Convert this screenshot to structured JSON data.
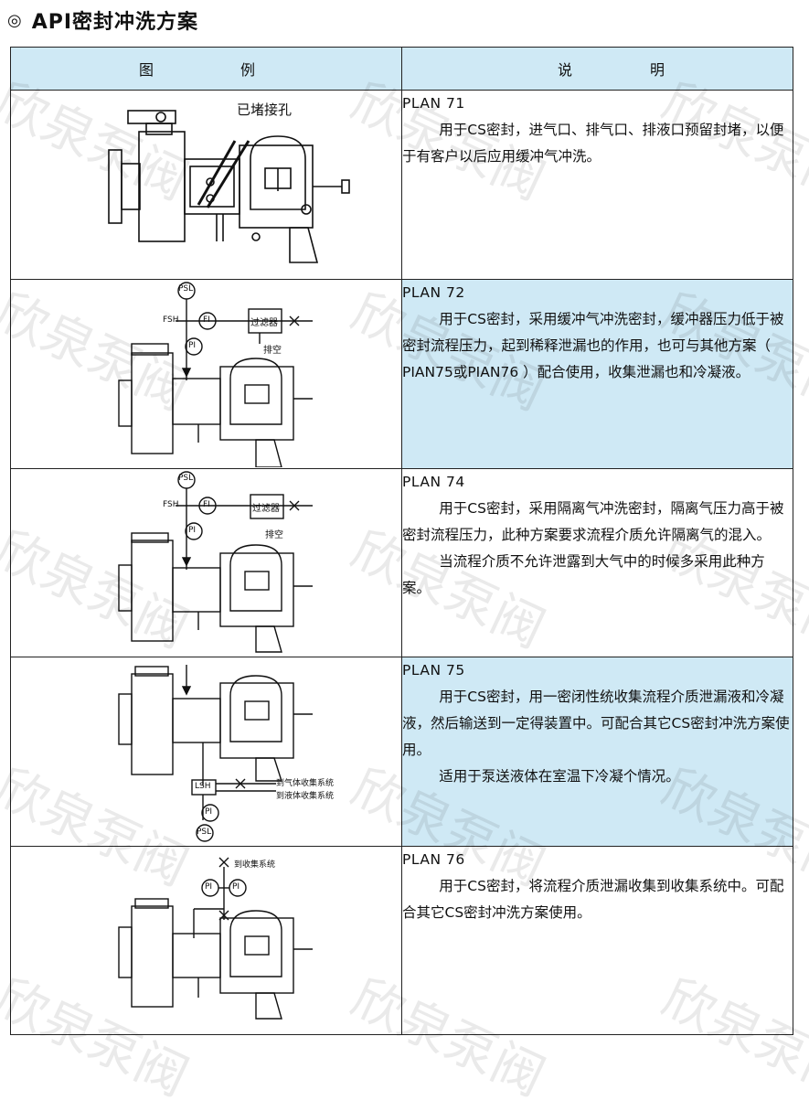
{
  "title": "API密封冲洗方案",
  "title_mark": "◎",
  "watermark": "欣泉泵阀",
  "header": {
    "col1": [
      "图",
      "例"
    ],
    "col2": [
      "说",
      "明"
    ]
  },
  "plans": [
    {
      "name": "PLAN 71",
      "label": "已堵接孔",
      "paragraphs": [
        "用于CS密封，进气口、排气口、排液口预留封堵，以便于有客户以后应用缓冲气冲洗。"
      ]
    },
    {
      "name": "PLAN 72",
      "labels": [
        "PSL",
        "FSH",
        "FI",
        "PI",
        "过滤器",
        "排空"
      ],
      "paragraphs": [
        "用于CS密封，采用缓冲气冲洗密封，缓冲器压力低于被密封流程压力，起到稀释泄漏也的作用，也可与其他方案（ PIAN75或PIAN76 ）配合使用，收集泄漏也和冷凝液。"
      ]
    },
    {
      "name": "PLAN 74",
      "labels": [
        "PSL",
        "FSH",
        "FI",
        "PI",
        "过滤器",
        "排空"
      ],
      "paragraphs": [
        "用于CS密封，采用隔离气冲洗密封，隔离气压力高于被密封流程压力，此种方案要求流程介质允许隔离气的混入。",
        "当流程介质不允许泄露到大气中的时候多采用此种方案。"
      ]
    },
    {
      "name": "PLAN 75",
      "labels": [
        "LSH",
        "PI",
        "PSL",
        "到气体收集系统",
        "到液体收集系统"
      ],
      "paragraphs": [
        "用于CS密封，用一密闭性统收集流程介质泄漏液和冷凝液，然后输送到一定得装置中。可配合其它CS密封冲洗方案使用。",
        "适用于泵送液体在室温下冷凝个情况。"
      ]
    },
    {
      "name": "PLAN 76",
      "labels": [
        "到收集系统",
        "PI",
        "PI"
      ],
      "paragraphs": [
        "用于CS密封，将流程介质泄漏收集到收集系统中。可配合其它CS密封冲洗方案使用。"
      ]
    }
  ]
}
